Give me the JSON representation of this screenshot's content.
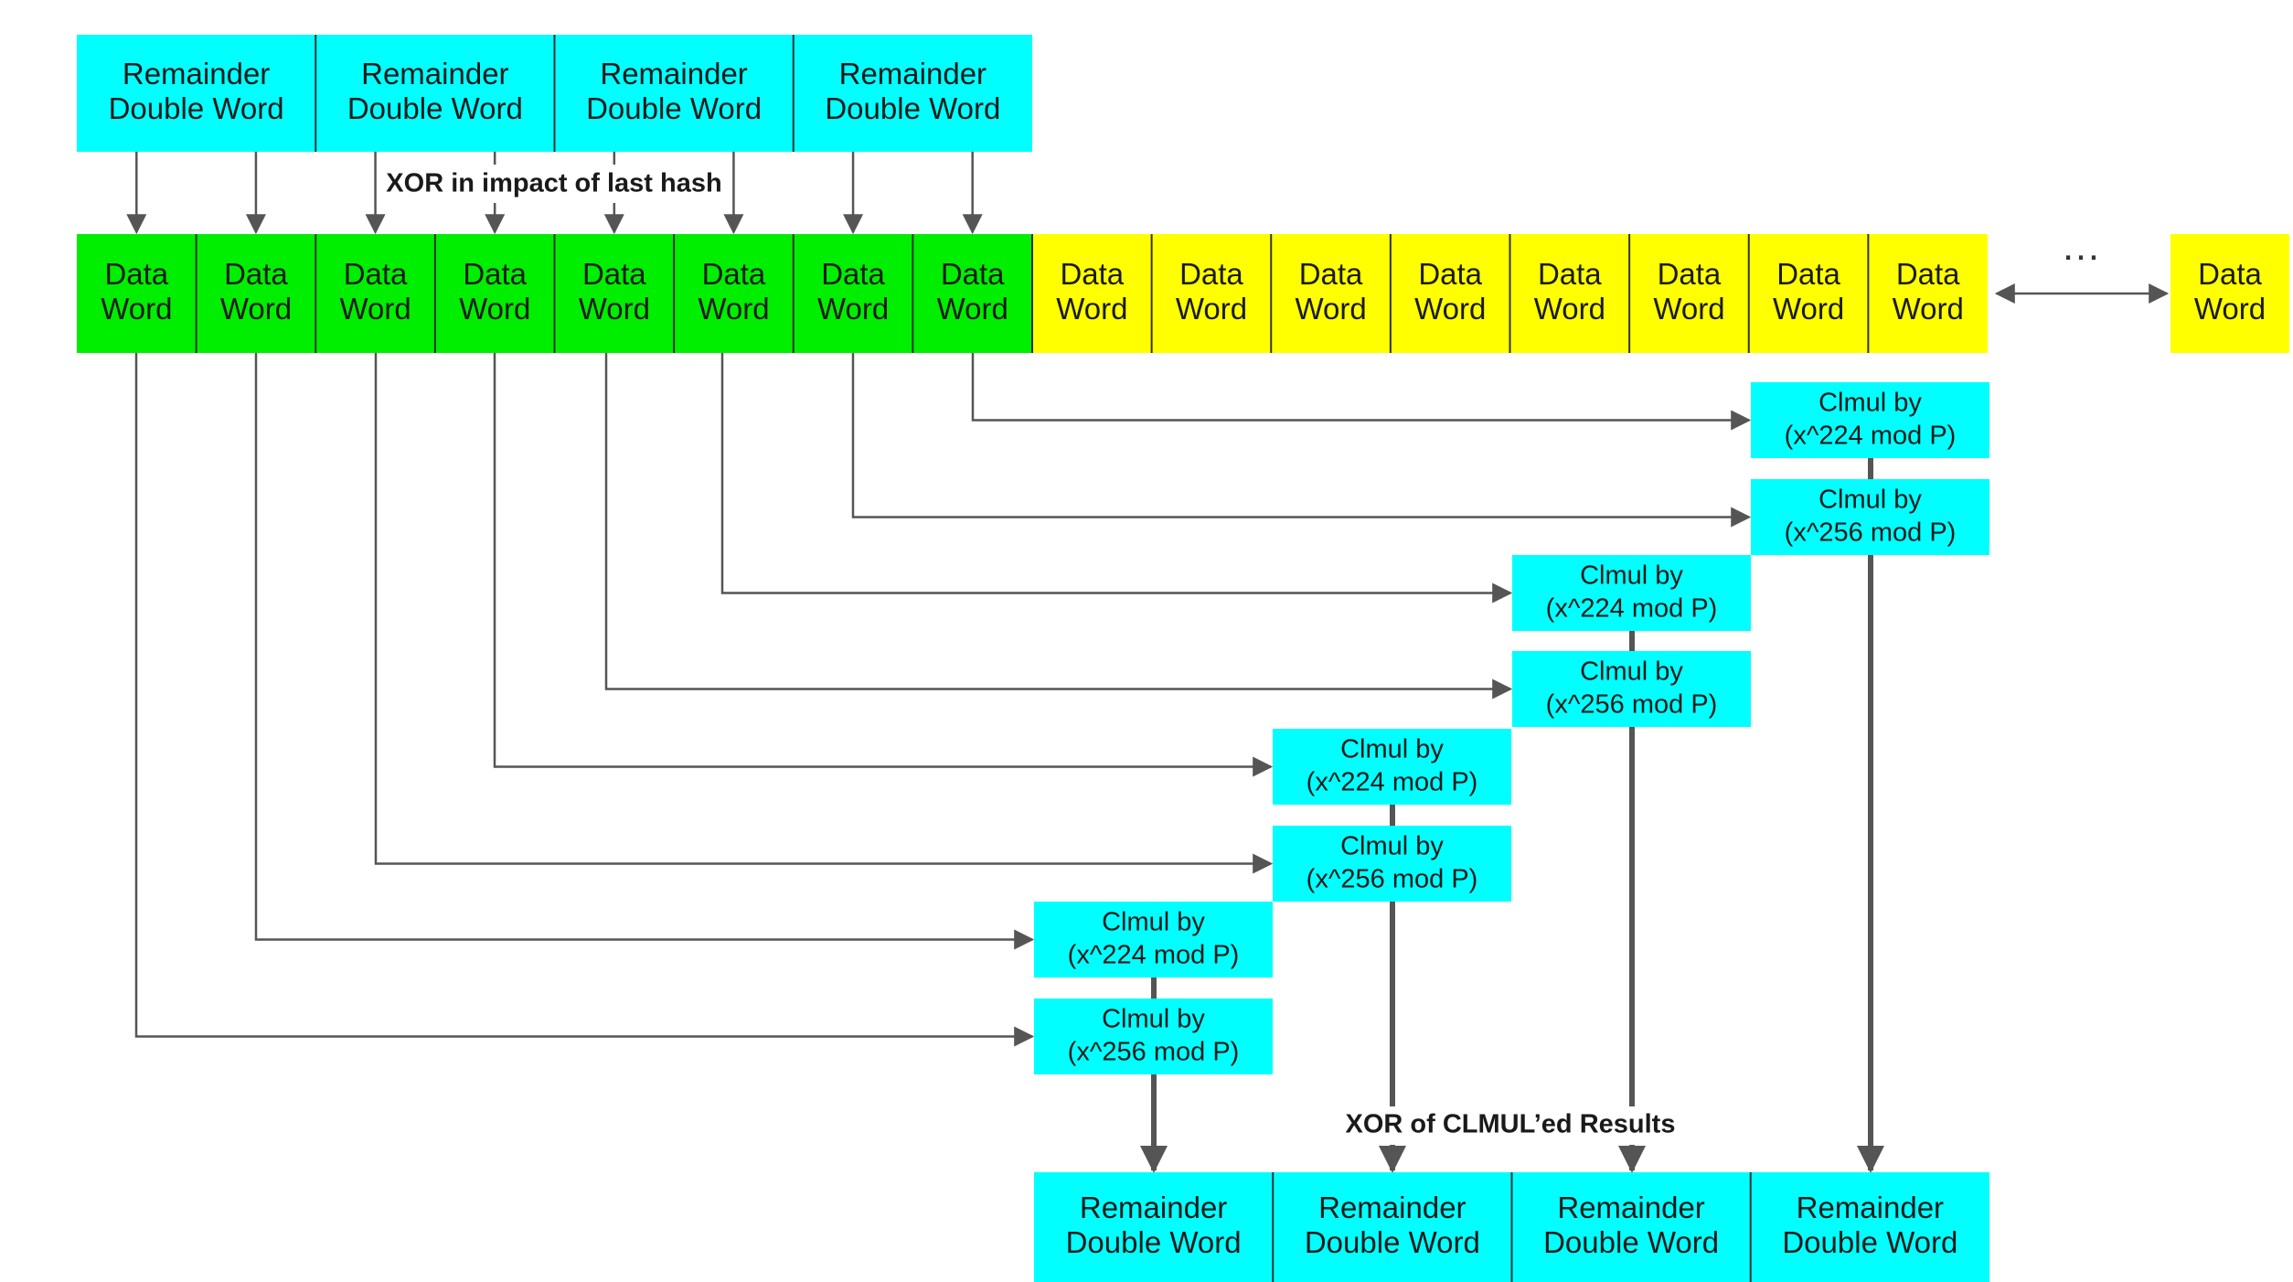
{
  "colors": {
    "cyan": "#00ffff",
    "green": "#00ee00",
    "yellow": "#ffff00",
    "line": "#555555",
    "divider": "#333333"
  },
  "top_remainders": [
    [
      "Remainder",
      "Double Word"
    ],
    [
      "Remainder",
      "Double Word"
    ],
    [
      "Remainder",
      "Double Word"
    ],
    [
      "Remainder",
      "Double Word"
    ]
  ],
  "xor_last_hash_label": "XOR in impact of last hash",
  "data_words": [
    [
      "Data",
      "Word"
    ],
    [
      "Data",
      "Word"
    ],
    [
      "Data",
      "Word"
    ],
    [
      "Data",
      "Word"
    ],
    [
      "Data",
      "Word"
    ],
    [
      "Data",
      "Word"
    ],
    [
      "Data",
      "Word"
    ],
    [
      "Data",
      "Word"
    ],
    [
      "Data",
      "Word"
    ],
    [
      "Data",
      "Word"
    ],
    [
      "Data",
      "Word"
    ],
    [
      "Data",
      "Word"
    ],
    [
      "Data",
      "Word"
    ],
    [
      "Data",
      "Word"
    ],
    [
      "Data",
      "Word"
    ],
    [
      "Data",
      "Word"
    ]
  ],
  "ellipsis": "…",
  "trailing_data_word": [
    "Data",
    "Word"
  ],
  "clmul_boxes": [
    [
      "Clmul by",
      "(x^224 mod P)"
    ],
    [
      "Clmul by",
      "(x^256 mod P)"
    ],
    [
      "Clmul by",
      "(x^224 mod P)"
    ],
    [
      "Clmul by",
      "(x^256 mod P)"
    ],
    [
      "Clmul by",
      "(x^224 mod P)"
    ],
    [
      "Clmul by",
      "(x^256 mod P)"
    ],
    [
      "Clmul by",
      "(x^224 mod P)"
    ],
    [
      "Clmul by",
      "(x^256 mod P)"
    ]
  ],
  "xor_clmul_label": "XOR of CLMUL’ed Results",
  "bottom_remainders": [
    [
      "Remainder",
      "Double Word"
    ],
    [
      "Remainder",
      "Double Word"
    ],
    [
      "Remainder",
      "Double Word"
    ],
    [
      "Remainder",
      "Double Word"
    ]
  ]
}
